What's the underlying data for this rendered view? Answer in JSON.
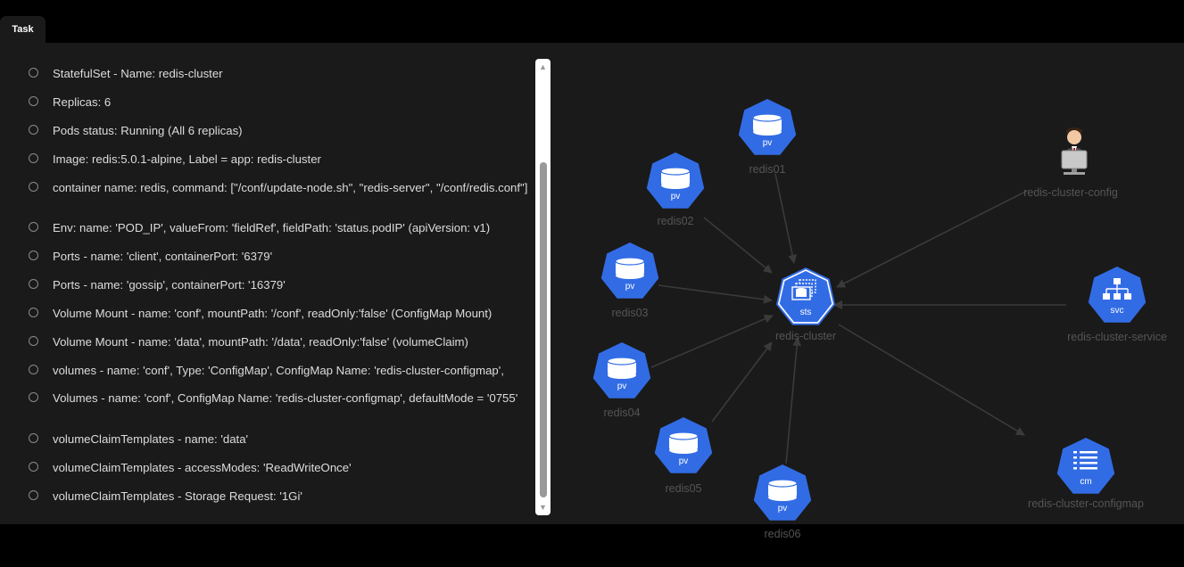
{
  "tab": {
    "label": "Task"
  },
  "tasks": [
    {
      "text": "StatefulSet - Name: redis-cluster"
    },
    {
      "text": "Replicas: 6"
    },
    {
      "text": "Pods status: Running (All 6 replicas)"
    },
    {
      "text": "Image: redis:5.0.1-alpine, Label = app: redis-cluster"
    },
    {
      "text": "container name: redis, command: [\"/conf/update-node.sh\", \"redis-server\", \"/conf/redis.conf\"]"
    },
    {
      "text": "Env: name: 'POD_IP', valueFrom: 'fieldRef', fieldPath: 'status.podIP' (apiVersion: v1)"
    },
    {
      "text": "Ports - name: 'client', containerPort: '6379'"
    },
    {
      "text": "Ports - name: 'gossip', containerPort: '16379'"
    },
    {
      "text": "Volume Mount - name: 'conf', mountPath: '/conf', readOnly:'false' (ConfigMap Mount)"
    },
    {
      "text": "Volume Mount - name: 'data', mountPath: '/data', readOnly:'false' (volumeClaim)"
    },
    {
      "text": "volumes - name: 'conf', Type: 'ConfigMap', ConfigMap Name: 'redis-cluster-configmap',"
    },
    {
      "text": "Volumes - name: 'conf', ConfigMap Name: 'redis-cluster-configmap', defaultMode = '0755'"
    },
    {
      "text": "volumeClaimTemplates - name: 'data'"
    },
    {
      "text": "volumeClaimTemplates - accessModes: 'ReadWriteOnce'"
    },
    {
      "text": "volumeClaimTemplates - Storage Request: '1Gi'"
    }
  ],
  "colors": {
    "node_fill": "#326ce5",
    "edge": "#3a3a3a",
    "label": "#555555"
  },
  "diagram": {
    "nodes": [
      {
        "id": "redis01",
        "label": "redis01",
        "kind": "pv",
        "icon": "disk-icon"
      },
      {
        "id": "redis02",
        "label": "redis02",
        "kind": "pv",
        "icon": "disk-icon"
      },
      {
        "id": "redis03",
        "label": "redis03",
        "kind": "pv",
        "icon": "disk-icon"
      },
      {
        "id": "redis04",
        "label": "redis04",
        "kind": "pv",
        "icon": "disk-icon"
      },
      {
        "id": "redis05",
        "label": "redis05",
        "kind": "pv",
        "icon": "disk-icon"
      },
      {
        "id": "redis06",
        "label": "redis06",
        "kind": "pv",
        "icon": "disk-icon"
      },
      {
        "id": "sts",
        "label": "redis-cluster",
        "kind": "sts",
        "icon": "statefulset-icon"
      },
      {
        "id": "svc",
        "label": "redis-cluster-service",
        "kind": "svc",
        "icon": "network-icon"
      },
      {
        "id": "cm",
        "label": "redis-cluster-configmap",
        "kind": "cm",
        "icon": "list-icon"
      },
      {
        "id": "user",
        "label": "redis-cluster-config",
        "kind": "",
        "icon": "user-at-computer-icon"
      }
    ],
    "edges": [
      {
        "from": "redis01",
        "to": "sts"
      },
      {
        "from": "redis02",
        "to": "sts"
      },
      {
        "from": "redis03",
        "to": "sts"
      },
      {
        "from": "redis04",
        "to": "sts"
      },
      {
        "from": "redis05",
        "to": "sts"
      },
      {
        "from": "redis06",
        "to": "sts"
      },
      {
        "from": "user",
        "to": "sts"
      },
      {
        "from": "svc",
        "to": "sts"
      },
      {
        "from": "sts",
        "to": "cm"
      }
    ]
  }
}
